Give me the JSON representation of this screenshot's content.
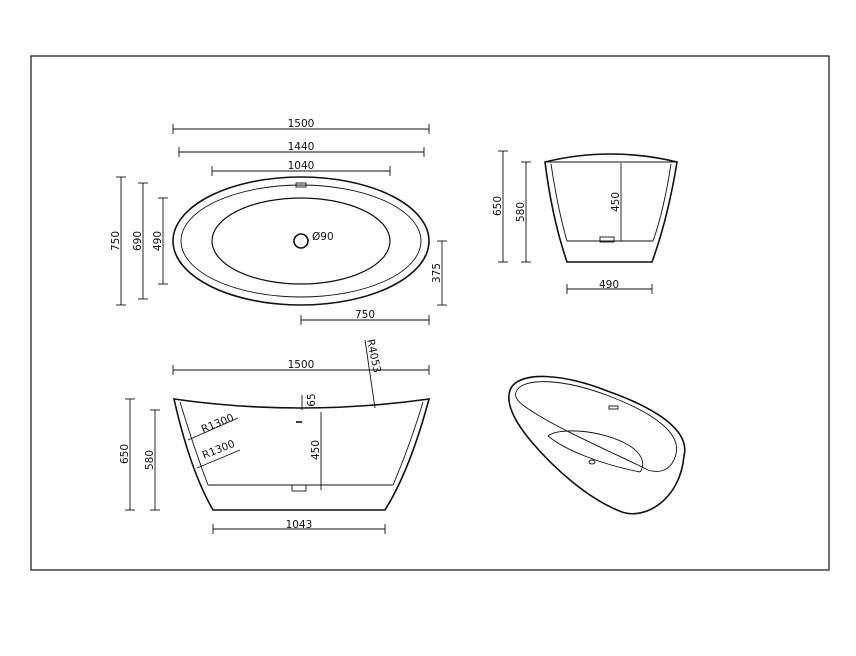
{
  "top_view": {
    "overall_length": "1500",
    "outer_length": "1440",
    "inner_length": "1040",
    "overall_width": "750",
    "outer_width": "690",
    "inner_width": "490",
    "drain_diameter": "Ø90",
    "half_width": "375",
    "half_length": "750"
  },
  "end_view": {
    "overall_height": "650",
    "rim_height": "580",
    "inner_depth": "450",
    "base_width": "490"
  },
  "side_view": {
    "overall_length": "1500",
    "end_radius": "R4053",
    "rim_dip": "65",
    "upper_radius": "R1300",
    "lower_radius": "R1300",
    "inner_depth": "450",
    "overall_height": "650",
    "rim_height": "580",
    "base_length": "1043"
  }
}
